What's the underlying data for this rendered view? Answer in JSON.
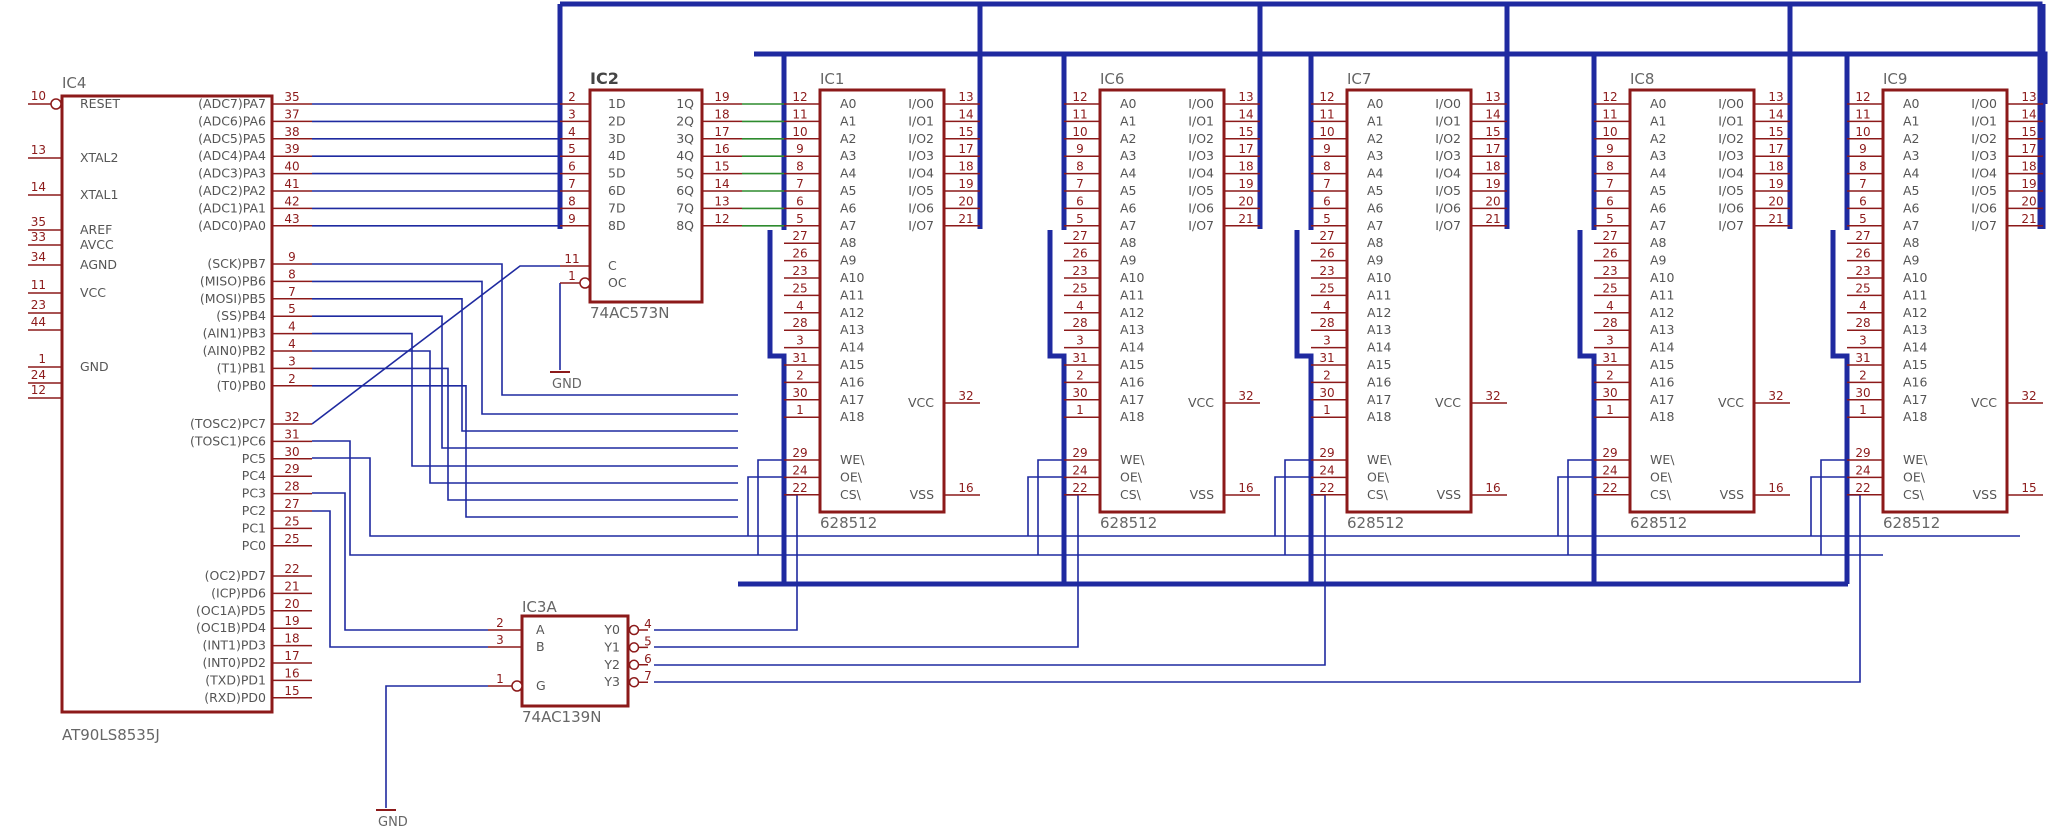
{
  "ic4": {
    "ref": "IC4",
    "part": "AT90LS8535J",
    "left": [
      [
        "10",
        "RESET"
      ],
      [
        "13",
        "XTAL2"
      ],
      [
        "14",
        "XTAL1"
      ],
      [
        "35",
        "AREF"
      ],
      [
        "33",
        "AVCC"
      ],
      [
        "34",
        "AGND"
      ],
      [
        "11",
        "VCC"
      ],
      [
        "23",
        ""
      ],
      [
        "44",
        ""
      ],
      [
        "1",
        "GND"
      ],
      [
        "24",
        ""
      ],
      [
        "12",
        ""
      ]
    ],
    "right": [
      [
        "35",
        "(ADC7)PA7"
      ],
      [
        "37",
        "(ADC6)PA6"
      ],
      [
        "38",
        "(ADC5)PA5"
      ],
      [
        "39",
        "(ADC4)PA4"
      ],
      [
        "40",
        "(ADC3)PA3"
      ],
      [
        "41",
        "(ADC2)PA2"
      ],
      [
        "42",
        "(ADC1)PA1"
      ],
      [
        "43",
        "(ADC0)PA0"
      ],
      [
        "9",
        "(SCK)PB7"
      ],
      [
        "8",
        "(MISO)PB6"
      ],
      [
        "7",
        "(MOSI)PB5"
      ],
      [
        "5",
        "(SS)PB4"
      ],
      [
        "4",
        "(AIN1)PB3"
      ],
      [
        "4",
        "(AIN0)PB2"
      ],
      [
        "3",
        "(T1)PB1"
      ],
      [
        "2",
        "(T0)PB0"
      ],
      [
        "32",
        "(TOSC2)PC7"
      ],
      [
        "31",
        "(TOSC1)PC6"
      ],
      [
        "30",
        "PC5"
      ],
      [
        "29",
        "PC4"
      ],
      [
        "28",
        "PC3"
      ],
      [
        "27",
        "PC2"
      ],
      [
        "25",
        "PC1"
      ],
      [
        "25",
        "PC0"
      ],
      [
        "22",
        "(OC2)PD7"
      ],
      [
        "21",
        "(ICP)PD6"
      ],
      [
        "20",
        "(OC1A)PD5"
      ],
      [
        "19",
        "(OC1B)PD4"
      ],
      [
        "18",
        "(INT1)PD3"
      ],
      [
        "17",
        "(INT0)PD2"
      ],
      [
        "16",
        "(TXD)PD1"
      ],
      [
        "15",
        "(RXD)PD0"
      ]
    ]
  },
  "ic2": {
    "ref": "IC2",
    "part": "74AC573N",
    "left": [
      [
        "2",
        "1D"
      ],
      [
        "3",
        "2D"
      ],
      [
        "4",
        "3D"
      ],
      [
        "5",
        "4D"
      ],
      [
        "6",
        "5D"
      ],
      [
        "7",
        "6D"
      ],
      [
        "8",
        "7D"
      ],
      [
        "9",
        "8D"
      ],
      [
        "11",
        "C"
      ],
      [
        "1",
        "OC"
      ]
    ],
    "right": [
      [
        "19",
        "1Q"
      ],
      [
        "18",
        "2Q"
      ],
      [
        "17",
        "3Q"
      ],
      [
        "16",
        "4Q"
      ],
      [
        "15",
        "5Q"
      ],
      [
        "14",
        "6Q"
      ],
      [
        "13",
        "7Q"
      ],
      [
        "12",
        "8Q"
      ]
    ]
  },
  "ic3": {
    "ref": "IC3A",
    "part": "74AC139N",
    "left": [
      [
        "2",
        "A"
      ],
      [
        "3",
        "B"
      ],
      [
        "1",
        "G"
      ]
    ],
    "right": [
      [
        "4",
        "Y0"
      ],
      [
        "5",
        "Y1"
      ],
      [
        "6",
        "Y2"
      ],
      [
        "7",
        "Y3"
      ]
    ]
  },
  "ram": {
    "part": "628512",
    "refs": [
      "IC1",
      "IC6",
      "IC7",
      "IC8",
      "IC9"
    ],
    "left": [
      [
        "12",
        "A0"
      ],
      [
        "11",
        "A1"
      ],
      [
        "10",
        "A2"
      ],
      [
        "9",
        "A3"
      ],
      [
        "8",
        "A4"
      ],
      [
        "7",
        "A5"
      ],
      [
        "6",
        "A6"
      ],
      [
        "5",
        "A7"
      ],
      [
        "27",
        "A8"
      ],
      [
        "26",
        "A9"
      ],
      [
        "23",
        "A10"
      ],
      [
        "25",
        "A11"
      ],
      [
        "4",
        "A12"
      ],
      [
        "28",
        "A13"
      ],
      [
        "3",
        "A14"
      ],
      [
        "31",
        "A15"
      ],
      [
        "2",
        "A16"
      ],
      [
        "30",
        "A17"
      ],
      [
        "1",
        "A18"
      ],
      [
        "29",
        "WE\\"
      ],
      [
        "24",
        "OE\\"
      ],
      [
        "22",
        "CS\\"
      ]
    ],
    "right": [
      [
        "13",
        "I/O0"
      ],
      [
        "14",
        "I/O1"
      ],
      [
        "15",
        "I/O2"
      ],
      [
        "17",
        "I/O3"
      ],
      [
        "18",
        "I/O4"
      ],
      [
        "19",
        "I/O5"
      ],
      [
        "20",
        "I/O6"
      ],
      [
        "21",
        "I/O7"
      ],
      [
        "32",
        "VCC"
      ],
      [
        "16",
        "VSS"
      ]
    ],
    "vss_pins": [
      "16",
      "16",
      "16",
      "16",
      "15"
    ]
  },
  "gnd_label": "GND"
}
